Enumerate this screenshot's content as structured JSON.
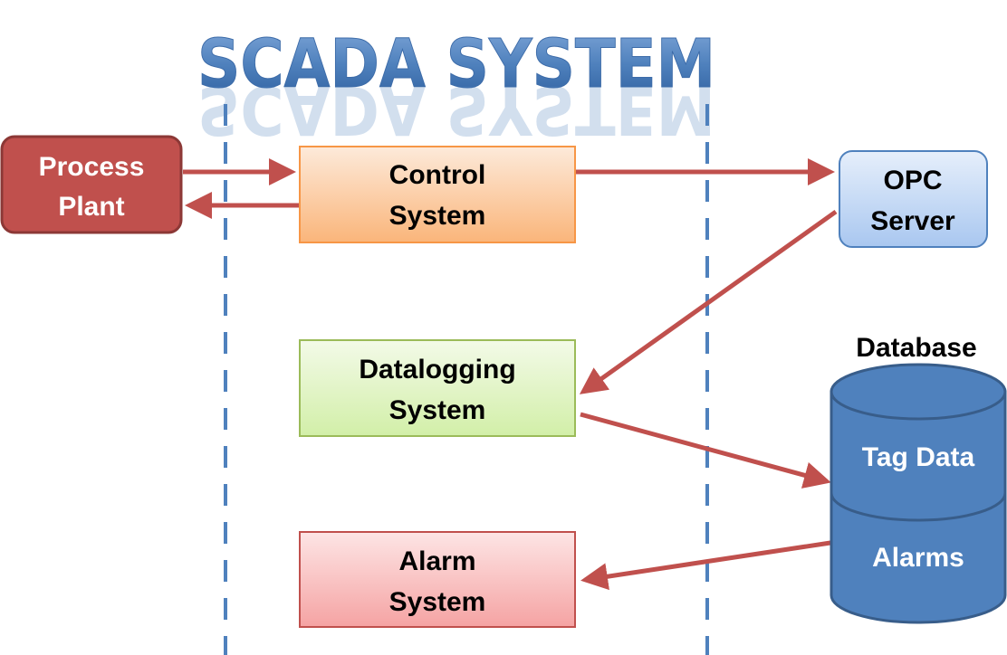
{
  "title": "SCADA SYSTEM",
  "nodes": {
    "process_plant": [
      "Process",
      "Plant"
    ],
    "control_system": [
      "Control",
      "System"
    ],
    "opc_server": [
      "OPC",
      "Server"
    ],
    "datalogging_system": [
      "Datalogging",
      "System"
    ],
    "alarm_system": [
      "Alarm",
      "System"
    ],
    "database": {
      "label": "Database",
      "sections": [
        "Tag Data",
        "Alarms"
      ]
    }
  },
  "colors": {
    "arrow": "#C0504D",
    "divider": "#4F81BD",
    "process_plant": "#C0504D",
    "control_system": "#F79646",
    "opc_server": "#4F81BD",
    "datalogging_system": "#9BBB59",
    "alarm_system": "#C0504D",
    "database": "#4F81BD"
  }
}
